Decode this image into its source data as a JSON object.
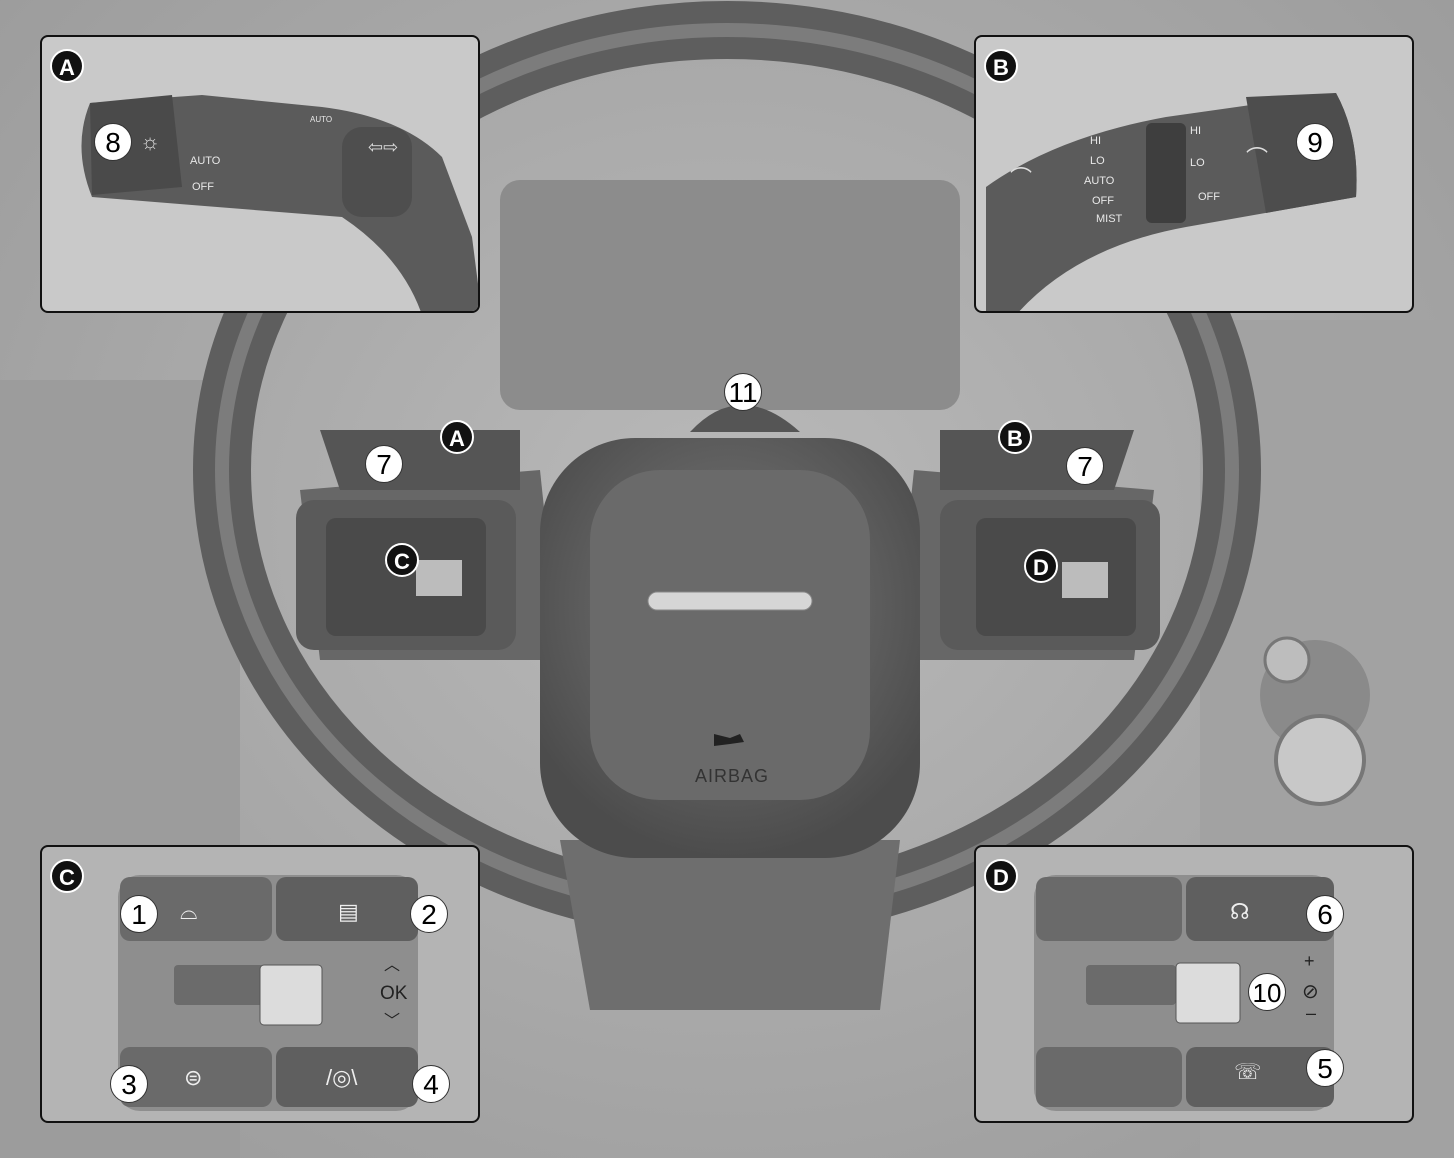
{
  "insets": {
    "a": {
      "letter": "A",
      "number": "8",
      "labels": [
        "AUTO",
        "OFF",
        "AUTO"
      ]
    },
    "b": {
      "letter": "B",
      "number": "9",
      "labels": [
        "HI",
        "LO",
        "AUTO",
        "OFF",
        "MIST",
        "HI",
        "LO",
        "OFF"
      ]
    },
    "c": {
      "letter": "C",
      "numbers": [
        "1",
        "2",
        "3",
        "4"
      ],
      "ok_label": "OK"
    },
    "d": {
      "letter": "D",
      "numbers": [
        "6",
        "10",
        "5"
      ],
      "plus": "+",
      "minus": "–"
    }
  },
  "wheel": {
    "paddle_numbers": [
      "7",
      "7"
    ],
    "horn_number": "11",
    "callout_letters": [
      "A",
      "B",
      "C",
      "D"
    ],
    "airbag_label": "AIRBAG"
  },
  "icons": [
    "car-gauge-icon",
    "document-icon",
    "lane-assist-icon",
    "steering-assist-icon",
    "voice-icon",
    "phone-icon",
    "mute-icon",
    "headlamp-icon",
    "wiper-icon",
    "horn-icon"
  ],
  "colors": {
    "badge": "#111111",
    "background": "#a8a8a8"
  }
}
